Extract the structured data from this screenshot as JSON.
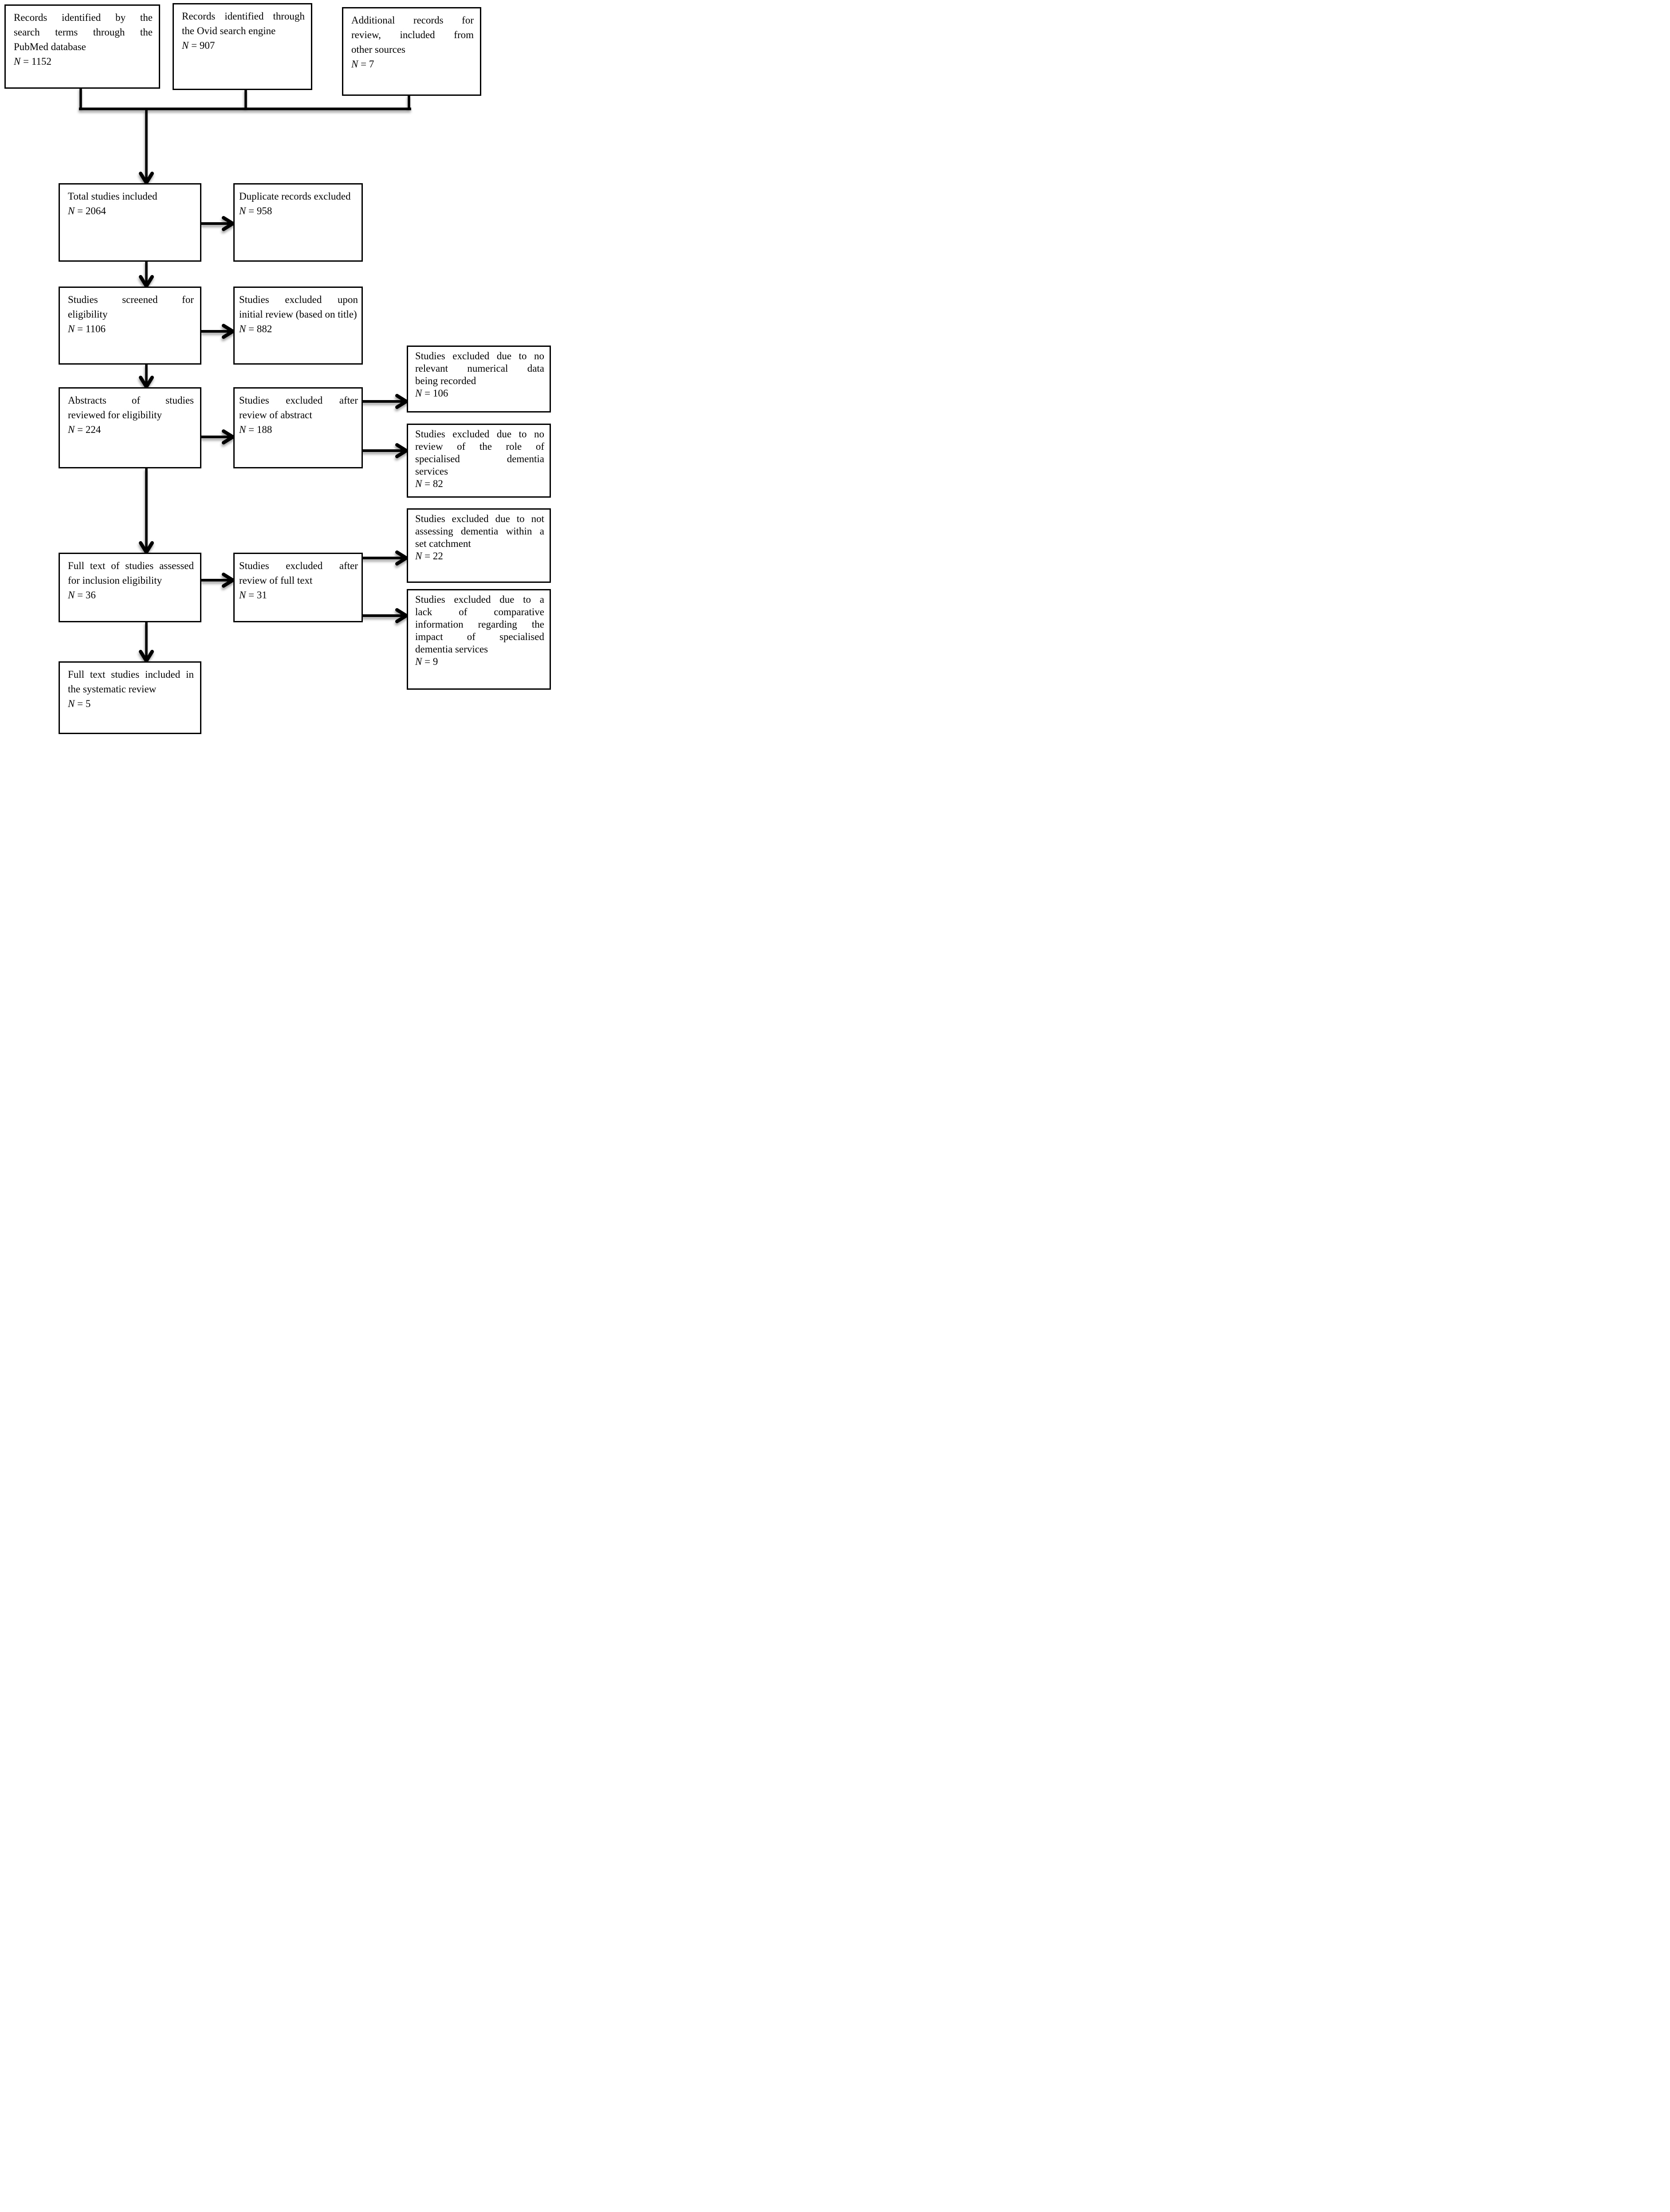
{
  "figure": {
    "type": "prisma-style-flow-diagram",
    "colors": {
      "background": "#ffffff",
      "line": "#000000",
      "box_border": "#000000",
      "text": "#000000",
      "shadow": "rgba(0,0,0,0.38)"
    }
  },
  "boxes": {
    "pubmed": {
      "lines": [
        "Records identified by the",
        "search terms through the",
        "PubMed database"
      ],
      "n": "N = 1152"
    },
    "ovid": {
      "lines": [
        "Records identified through",
        "the Ovid search engine"
      ],
      "n": "N = 907"
    },
    "other_sources": {
      "lines": [
        "Additional records for",
        "review, included from",
        "other sources"
      ],
      "n": "N = 7"
    },
    "total_included": {
      "lines": [
        "Total studies included"
      ],
      "n": "N = 2064"
    },
    "duplicates_excluded": {
      "lines": [
        "Duplicate records excluded"
      ],
      "n": "N = 958"
    },
    "screened": {
      "lines": [
        "Studies screened for",
        "eligibility"
      ],
      "n": "N = 1106"
    },
    "excluded_initial_review": {
      "lines": [
        "Studies excluded upon",
        "initial review (based on title)"
      ],
      "n": "N = 882"
    },
    "abstracts_reviewed": {
      "lines": [
        "Abstracts of studies",
        "reviewed for eligibility"
      ],
      "n": "N = 224"
    },
    "excluded_after_abstract": {
      "lines": [
        "Studies excluded after",
        "review of abstract"
      ],
      "n": "N = 188"
    },
    "fulltext_assessed": {
      "lines": [
        "Full text of studies assessed",
        "for inclusion eligibility"
      ],
      "n": "N = 36"
    },
    "excluded_after_fulltext": {
      "lines": [
        "Studies excluded after",
        "review of full text"
      ],
      "n": "N = 31"
    },
    "included_in_review": {
      "lines": [
        "Full text studies included in",
        "the systematic review"
      ],
      "n": "N = 5"
    },
    "excluded_no_numerical_data": {
      "lines": [
        "Studies excluded due to no",
        "relevant numerical data",
        "being recorded"
      ],
      "n": "N = 106"
    },
    "excluded_no_role_review": {
      "lines": [
        "Studies excluded due to no",
        "review of the role of",
        "specialised dementia",
        "services"
      ],
      "n": "N = 82"
    },
    "excluded_no_catchment": {
      "lines": [
        "Studies excluded due to not",
        "assessing dementia within a",
        "set catchment"
      ],
      "n": "N = 22"
    },
    "excluded_no_comparative_info": {
      "lines": [
        "Studies excluded due to a",
        "lack of",
        "comparative",
        "information regarding the",
        "impact of",
        "specialised",
        "dementia services"
      ],
      "n": "N = 9"
    }
  }
}
